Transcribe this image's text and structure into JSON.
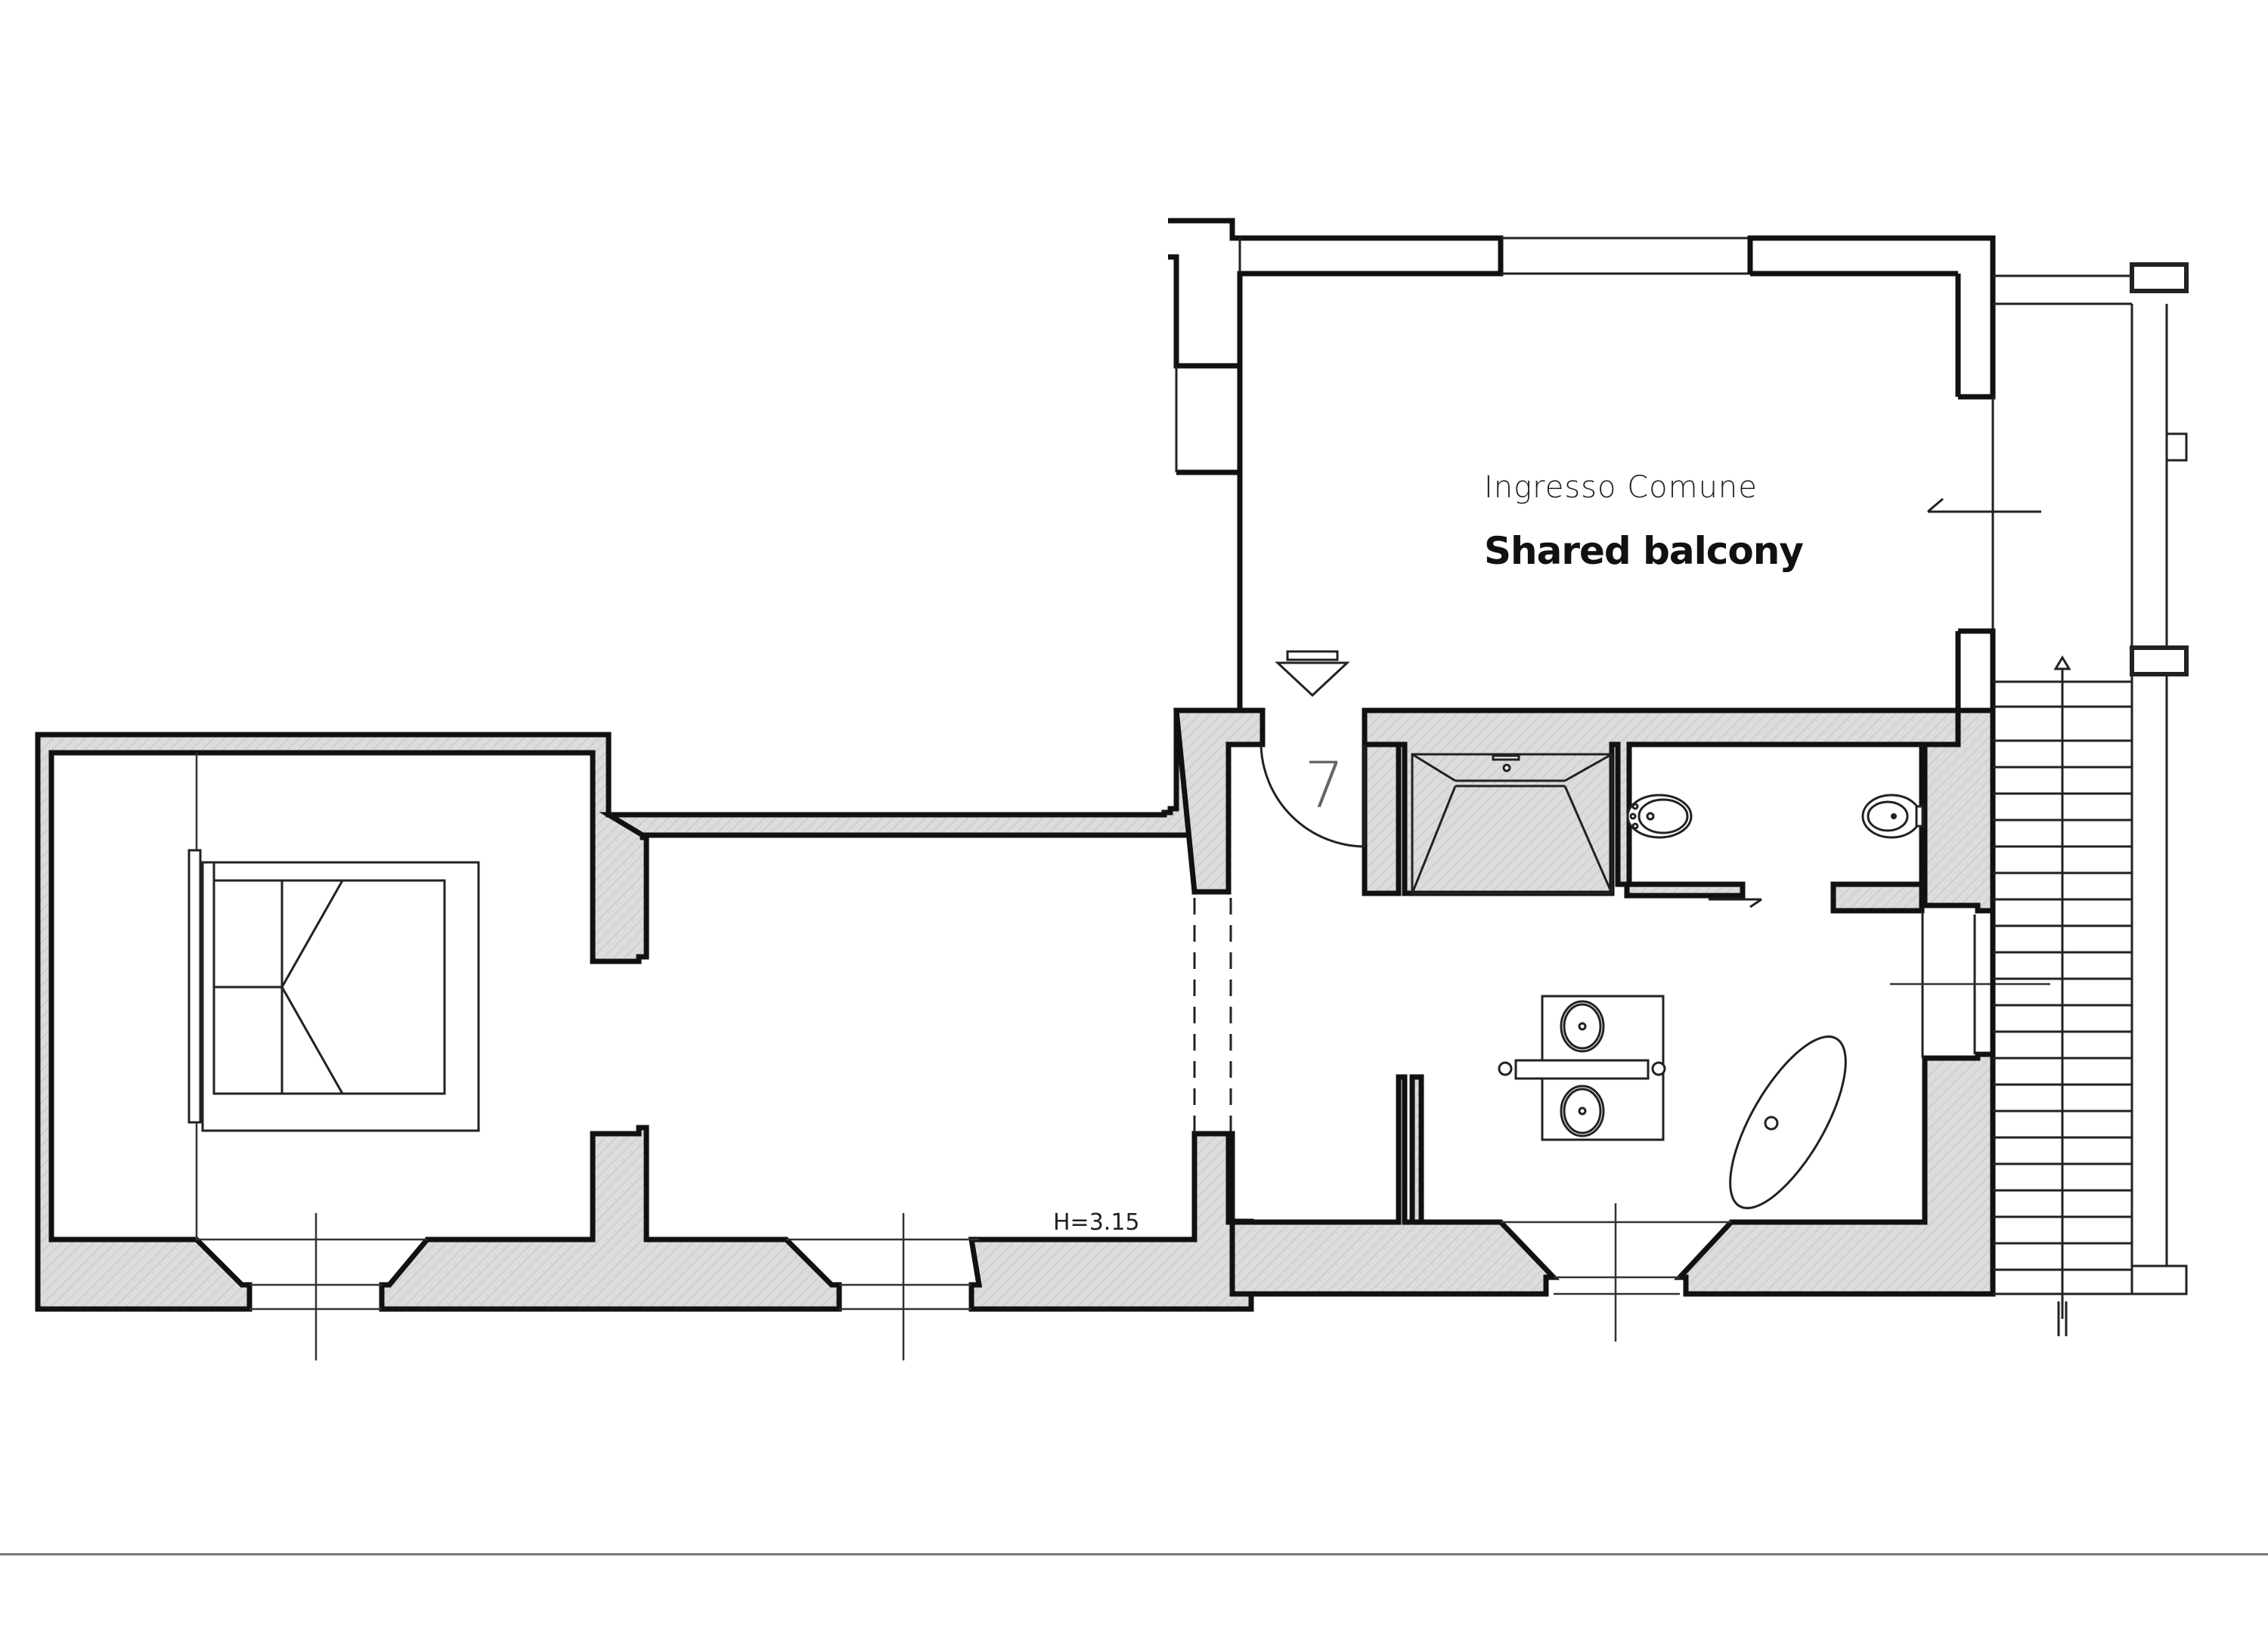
{
  "plan": {
    "type": "architectural floor plan",
    "labels": {
      "common_entrance": "Ingresso Comune",
      "shared_balcony": "Shared balcony",
      "ceiling_height": "H=3.15",
      "door_number": "7"
    },
    "rooms": [
      {
        "name": "bedroom",
        "features": [
          "double bed",
          "wardrobe partition"
        ]
      },
      {
        "name": "living room",
        "features": [
          "open passage (dashed)"
        ]
      },
      {
        "name": "hallway",
        "features": [
          "entrance door 7"
        ]
      },
      {
        "name": "shower",
        "features": [
          "shower tray"
        ]
      },
      {
        "name": "wc",
        "features": [
          "toilet",
          "bidet"
        ]
      },
      {
        "name": "bathroom",
        "features": [
          "double vanity",
          "freestanding bathtub"
        ]
      },
      {
        "name": "shared balcony",
        "features": [
          "entrance arrow"
        ]
      },
      {
        "name": "external staircase",
        "features": [
          "stairs with direction arrow"
        ]
      }
    ],
    "colors": {
      "wall_fill": "#d9d9d9",
      "line": "#111111",
      "background": "#ffffff"
    }
  }
}
